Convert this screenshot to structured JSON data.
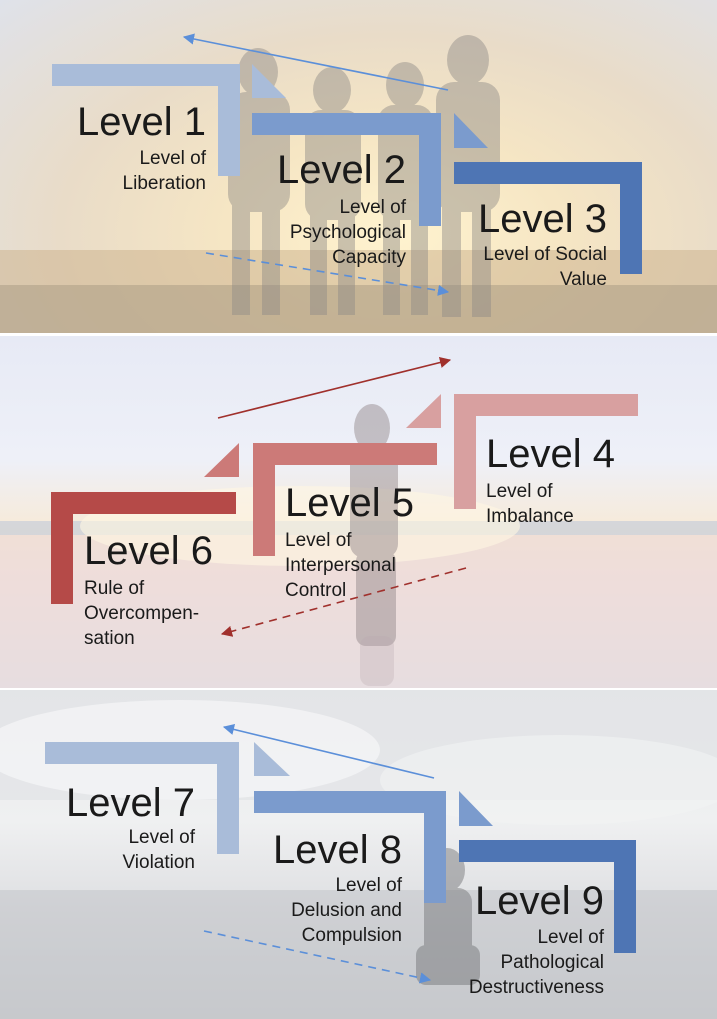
{
  "colors": {
    "blue_light": "#a9bcd9",
    "blue_mid": "#7b9bcd",
    "blue_dark": "#4e75b4",
    "blue_arrow": "#5b8fd9",
    "red_light": "#d8a0a0",
    "red_mid": "#cc7a78",
    "red_dark": "#b54a48",
    "red_arrow": "#a0302c"
  },
  "panels": [
    {
      "theme": "blue",
      "levels": [
        {
          "title": "Level 1",
          "subtitle": "Level of Liberation"
        },
        {
          "title": "Level 2",
          "subtitle": "Level of Psychological Capacity"
        },
        {
          "title": "Level 3",
          "subtitle": "Level of Social Value"
        }
      ]
    },
    {
      "theme": "red",
      "levels": [
        {
          "title": "Level 4",
          "subtitle": "Level of Imbalance"
        },
        {
          "title": "Level 5",
          "subtitle": "Level of Interpersonal Control"
        },
        {
          "title": "Level 6",
          "subtitle": "Rule of Overcompen-sation"
        }
      ]
    },
    {
      "theme": "blue",
      "levels": [
        {
          "title": "Level 7",
          "subtitle": "Level of Violation"
        },
        {
          "title": "Level 8",
          "subtitle": "Level of Delusion and Compulsion"
        },
        {
          "title": "Level 9",
          "subtitle": "Level of Pathological Destructiveness"
        }
      ]
    }
  ]
}
